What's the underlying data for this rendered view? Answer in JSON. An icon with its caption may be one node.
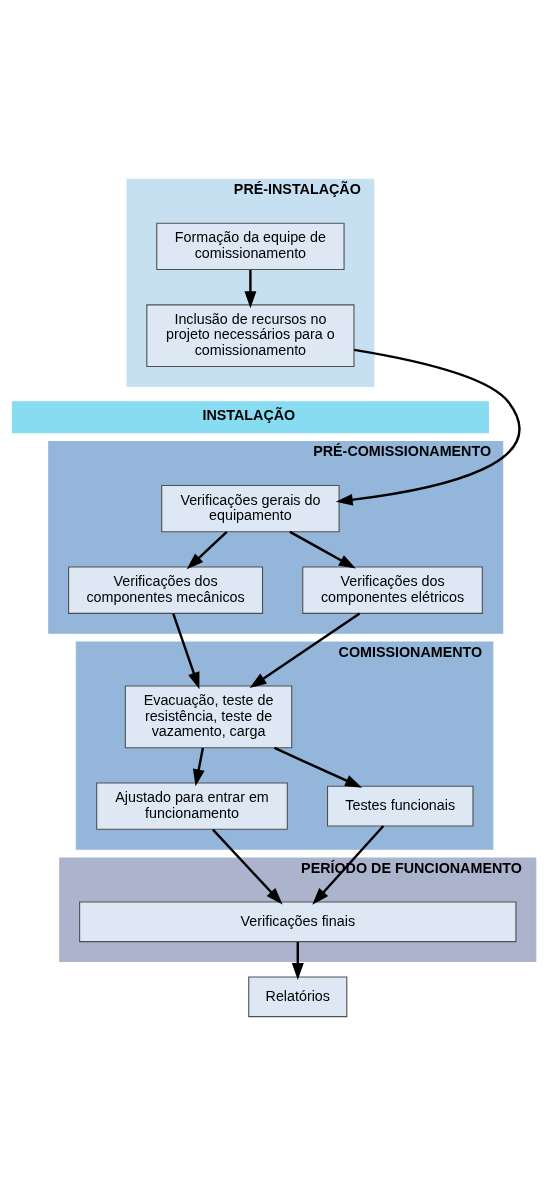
{
  "diagram": {
    "nodes": [
      {
        "text": [
          "PRÉ-INSTALAÇÃO"
        ]
      },
      {
        "text": [
          "Formação da equipe de comissionamento"
        ],
        "in": 0
      },
      {
        "text": [
          "Inclusão de recursos no projeto necessários para o comissionamento"
        ],
        "in": 0
      },
      {
        "text": [
          "INSTALAÇÃO"
        ]
      },
      {
        "text": [
          "PRÉ-COMISSIONAMENTO"
        ]
      },
      {
        "text": [
          "Verificações gerais do equipamento"
        ],
        "in": 4
      },
      {
        "text": [
          "Verificações dos componentes mecânicos"
        ],
        "in": 4
      },
      {
        "text": [
          "Verificações dos componentes elétricos"
        ],
        "in": 4
      },
      {
        "text": [
          "COMISSIONAMENTO"
        ]
      },
      {
        "text": [
          "Evacuação, teste de resistência, teste de vazamento, carga"
        ],
        "in": 8
      },
      {
        "text": [
          "Ajustado para entrar em funcionamento"
        ],
        "in": 8
      },
      {
        "text": [
          "Testes funcionais"
        ],
        "in": 8
      },
      {
        "text": [
          "PERÍODO DE FUNCIONAMENTO"
        ]
      },
      {
        "text": [
          "Verificações finais"
        ],
        "in": 12
      },
      {
        "text": [
          "Relatórios"
        ]
      }
    ],
    "edges": [
      {
        "from": 1,
        "to": 2,
        "arrow": "to"
      },
      {
        "from": 2,
        "to": 5,
        "arrow": "to"
      },
      {
        "from": 5,
        "to": 6,
        "arrow": "to"
      },
      {
        "from": 5,
        "to": 7,
        "arrow": "to"
      },
      {
        "from": 6,
        "to": 9,
        "arrow": "to"
      },
      {
        "from": 7,
        "to": 9,
        "arrow": "to"
      },
      {
        "from": 9,
        "to": 10,
        "arrow": "to"
      },
      {
        "from": 9,
        "to": 11,
        "arrow": "to"
      },
      {
        "from": 10,
        "to": 13,
        "arrow": "to"
      },
      {
        "from": 11,
        "to": 13,
        "arrow": "to"
      },
      {
        "from": 13,
        "to": 14,
        "arrow": "to"
      }
    ]
  }
}
